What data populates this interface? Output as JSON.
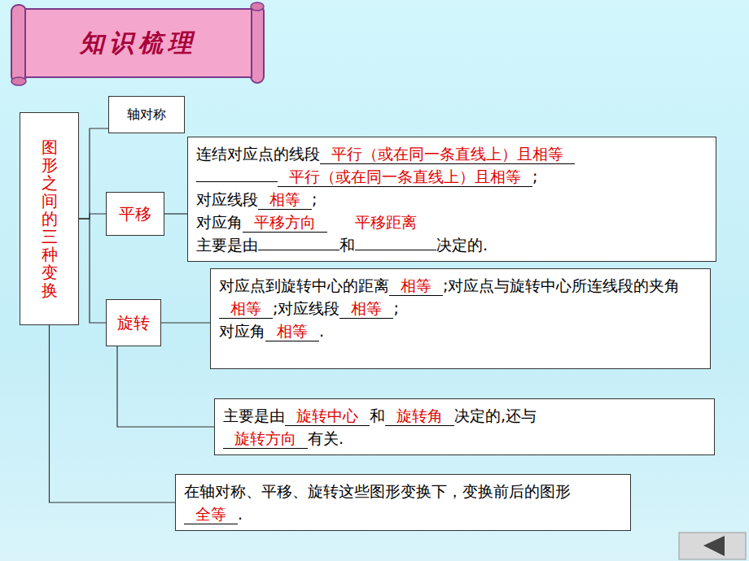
{
  "diagram": {
    "title": "知识梳理",
    "nodes": [
      {
        "text": [
          "知识梳理"
        ]
      },
      {
        "text": [
          "图形之间的三种变换"
        ]
      },
      {
        "text": [
          "轴对称"
        ]
      },
      {
        "text": [
          "平移"
        ]
      },
      {
        "text": [
          "连结对应点的线段",
          "平行（或在同一条直线上）且相等",
          "平行（或在同一条直线上）且相等",
          ";",
          "对应线段",
          "相等",
          ";",
          "对应角",
          "平移方向",
          "平移距离",
          "主要是由",
          "和",
          "决定的."
        ]
      },
      {
        "text": [
          "旋转"
        ]
      },
      {
        "text": [
          "对应点到旋转中心的距离",
          "相等",
          ";对应点与旋转中心所连线段的夹角",
          "相等",
          ";对应线段",
          "相等",
          ";",
          "对应角",
          "相等",
          "."
        ]
      },
      {
        "text": [
          "主要是由",
          "旋转中心",
          "和",
          "旋转角",
          "决定的,还与",
          "旋转方向",
          "有关."
        ]
      },
      {
        "text": [
          "在轴对称、平移、旋转这些图形变换下，变换前后的图形",
          "全等",
          "."
        ]
      }
    ],
    "edges": [
      {
        "from": 1,
        "to": 2,
        "arrow": "none"
      },
      {
        "from": 1,
        "to": 3,
        "arrow": "none"
      },
      {
        "from": 1,
        "to": 5,
        "arrow": "none"
      },
      {
        "from": 3,
        "to": 4,
        "arrow": "none"
      },
      {
        "from": 5,
        "to": 6,
        "arrow": "none"
      },
      {
        "from": 5,
        "to": 7,
        "arrow": "none"
      },
      {
        "from": 1,
        "to": 8,
        "arrow": "none"
      }
    ]
  }
}
